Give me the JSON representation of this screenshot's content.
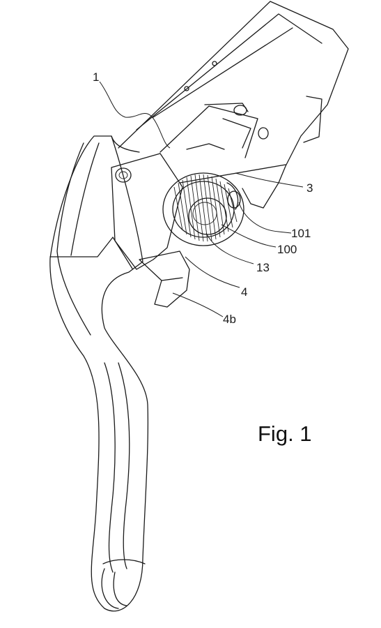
{
  "figure": {
    "caption": "Fig. 1",
    "labels": {
      "l1": "1",
      "l3": "3",
      "l101": "101",
      "l100": "100",
      "l13": "13",
      "l4": "4",
      "l4b": "4b"
    }
  }
}
